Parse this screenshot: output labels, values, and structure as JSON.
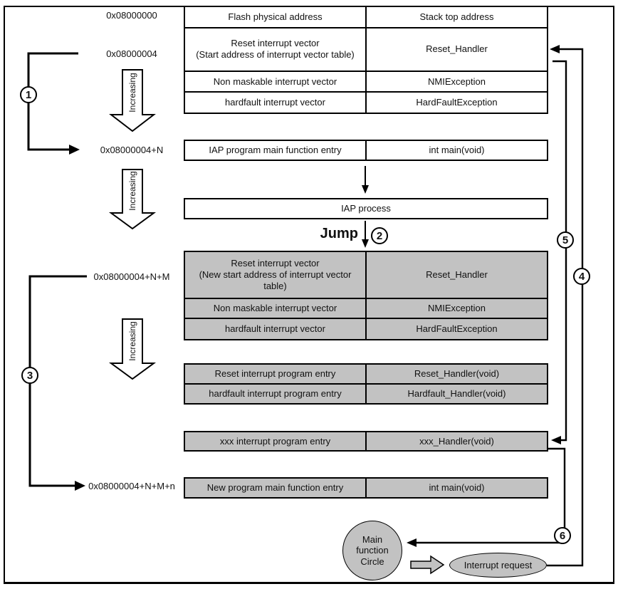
{
  "addresses": {
    "flash_base": "0x08000000",
    "vector_start": "0x08000004",
    "iap_main_entry": "0x08000004+N",
    "new_vector_start": "0x08000004+N+M",
    "new_main_entry": "0x08000004+N+M+n"
  },
  "increasing_label": "Increasing",
  "jump_label": "Jump",
  "steps": {
    "s1": "1",
    "s2": "2",
    "s3": "3",
    "s4": "4",
    "s5": "5",
    "s6": "6"
  },
  "vector_table": {
    "rows": [
      {
        "left": "Flash physical address",
        "right": "Stack top address"
      },
      {
        "left": "Reset interrupt vector\n(Start address of interrupt vector table)",
        "right": "Reset_Handler"
      },
      {
        "left": "Non maskable interrupt vector",
        "right": "NMIException"
      },
      {
        "left": "hardfault interrupt vector",
        "right": "HardFaultException"
      }
    ]
  },
  "iap_entry_row": {
    "left": "IAP program main function entry",
    "right": "int main(void)"
  },
  "iap_process_label": "IAP process",
  "new_vector_table": {
    "rows": [
      {
        "left": "Reset interrupt vector\n(New start address of interrupt vector\ntable)",
        "right": "Reset_Handler"
      },
      {
        "left": "Non maskable interrupt vector",
        "right": "NMIException"
      },
      {
        "left": "hardfault interrupt vector",
        "right": "HardFaultException"
      }
    ]
  },
  "program_entry_table": {
    "rows": [
      {
        "left": "Reset interrupt program entry",
        "right": "Reset_Handler(void)"
      },
      {
        "left": "hardfault interrupt program entry",
        "right": "Hardfault_Handler(void)"
      }
    ]
  },
  "xxx_row": {
    "left": "xxx interrupt program entry",
    "right": "xxx_Handler(void)"
  },
  "new_main_row": {
    "left": "New program main function entry",
    "right": "int main(void)"
  },
  "main_circle_label": "Main\nfunction\nCircle",
  "interrupt_request_label": "Interrupt request",
  "colors": {
    "table_gray": "#c2c2c2",
    "line_black": "#000000"
  }
}
